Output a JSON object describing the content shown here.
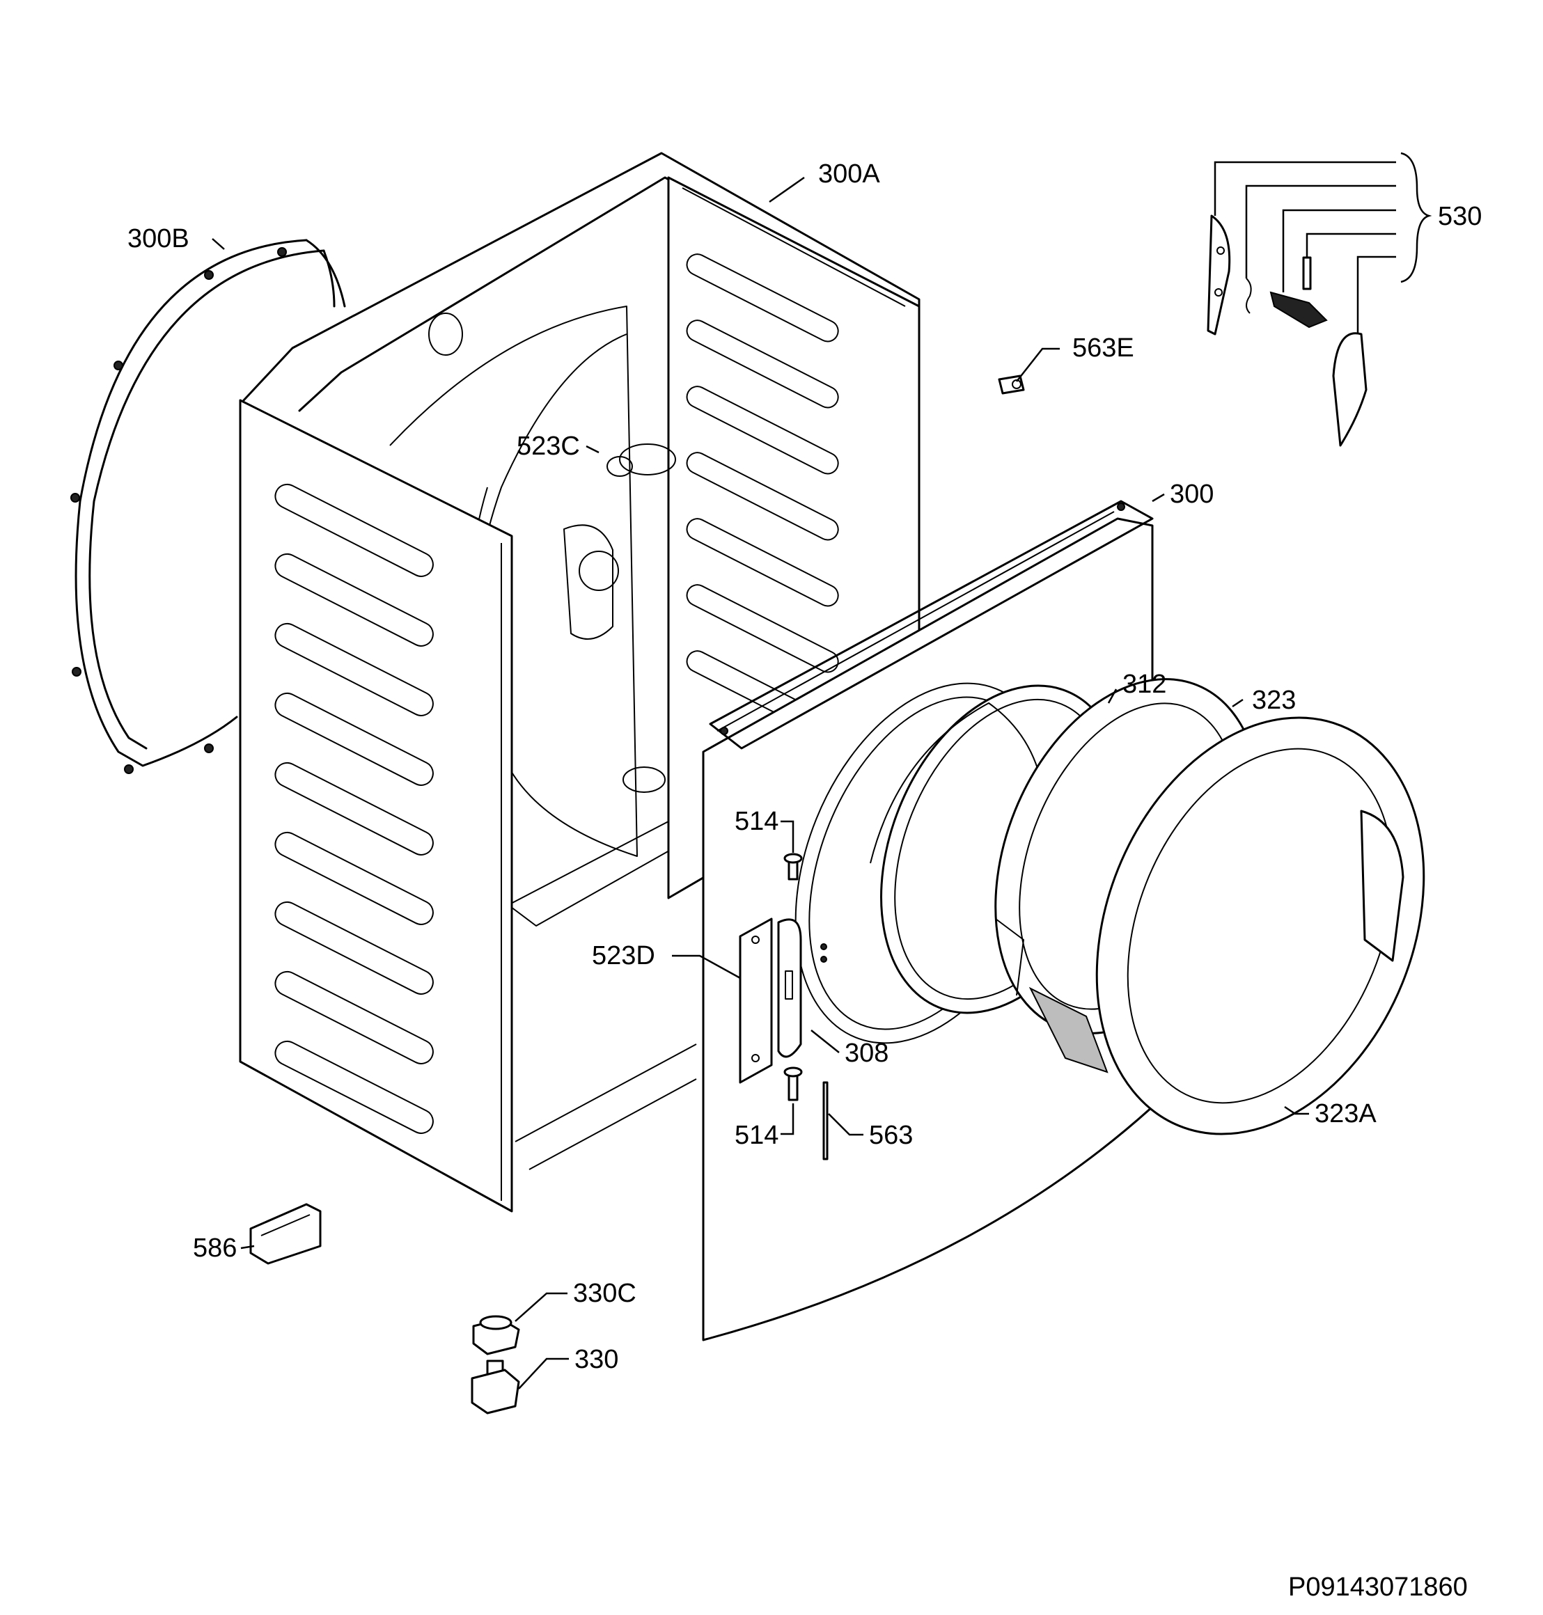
{
  "labels": [
    {
      "text": "300A"
    },
    {
      "text": "300B"
    },
    {
      "text": "530"
    },
    {
      "text": "563E"
    },
    {
      "text": "523C"
    },
    {
      "text": "300"
    },
    {
      "text": "312"
    },
    {
      "text": "323"
    },
    {
      "text": "514"
    },
    {
      "text": "523D"
    },
    {
      "text": "308"
    },
    {
      "text": "514"
    },
    {
      "text": "563"
    },
    {
      "text": "323A"
    },
    {
      "text": "586"
    },
    {
      "text": "330C"
    },
    {
      "text": "330"
    }
  ],
  "drawing_code": "P09143071860"
}
